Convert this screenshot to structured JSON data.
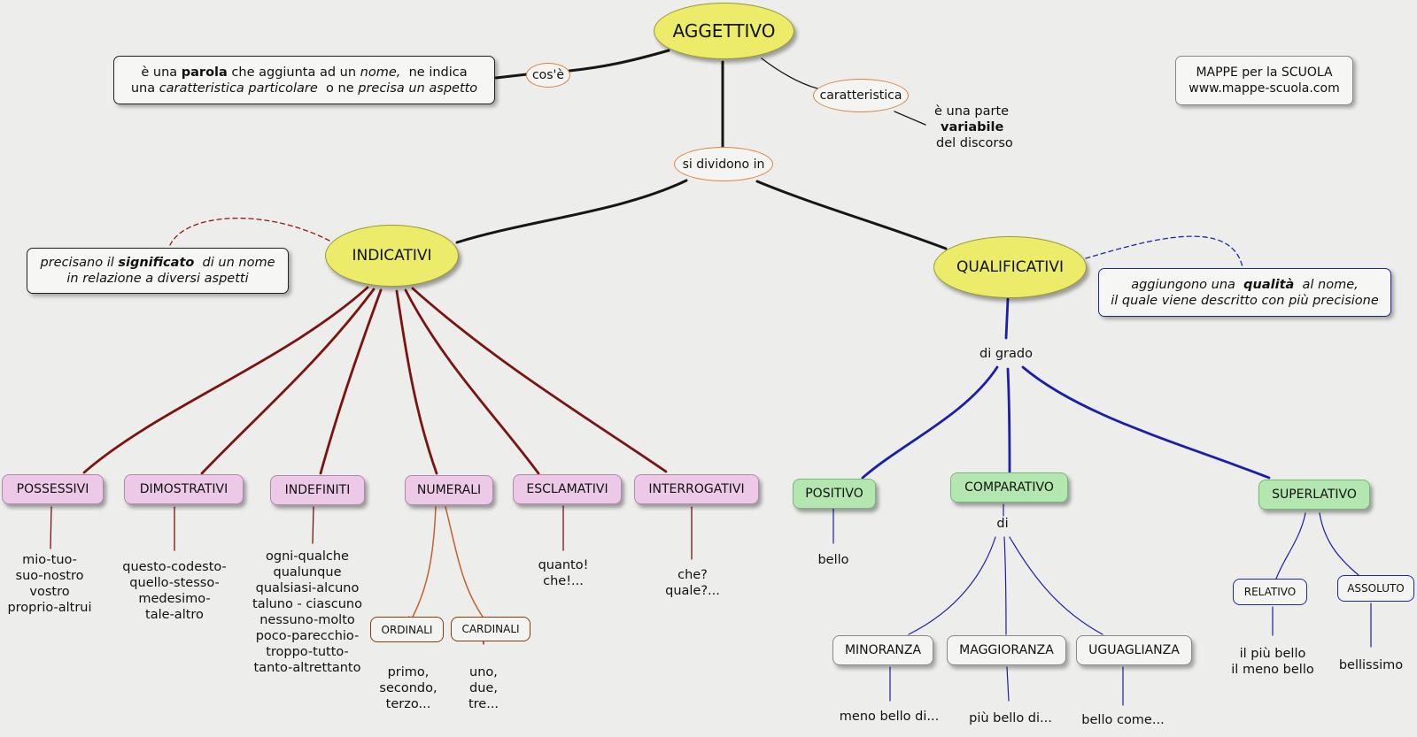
{
  "root": "AGGETTIVO",
  "links": {
    "cose": "cos'è",
    "caratteristica": "caratteristica",
    "si_dividono": "si dividono in",
    "di_grado": "di grado",
    "di": "di"
  },
  "definition": {
    "p1": "è una ",
    "b1": "parola",
    "p2": " che aggiunta ad un ",
    "i1": "nome,",
    "p3": "  ne indica",
    "p4": "una ",
    "i2": "caratteristica  particolare",
    "p5": "  o ne ",
    "i3": "precisa  un aspetto"
  },
  "variabile": {
    "p1": "è una parte",
    "b1": "variabile",
    "p2": "del discorso"
  },
  "credits": {
    "line1": "MAPPE per la SCUOLA",
    "line2": "www.mappe-scuola.com"
  },
  "indicativi": {
    "label": "INDICATIVI",
    "desc": {
      "p1": "precisano il ",
      "b1": "significato",
      "p2": "  di un nome",
      "p3": "in relazione a diversi aspetti"
    },
    "categories": [
      {
        "label": "POSSESSIVI",
        "examples": [
          "mio-tuo-",
          "suo-nostro",
          "vostro",
          "proprio-altrui"
        ]
      },
      {
        "label": "DIMOSTRATIVI",
        "examples": [
          "questo-codesto-",
          "quello-stesso-",
          "medesimo-",
          "tale-altro"
        ]
      },
      {
        "label": "INDEFINITI",
        "examples": [
          "ogni-qualche",
          "qualunque",
          "qualsiasi-alcuno",
          "taluno - ciascuno",
          "nessuno-molto",
          "poco-parecchio-",
          "troppo-tutto-",
          "tanto-altrettanto"
        ]
      },
      {
        "label": "NUMERALI"
      },
      {
        "label": "ESCLAMATIVI",
        "examples": [
          "quanto!",
          "che!..."
        ]
      },
      {
        "label": "INTERROGATIVI",
        "examples": [
          "che?",
          "quale?..."
        ]
      }
    ],
    "numerali": [
      {
        "label": "ORDINALI",
        "examples": [
          "primo,",
          "secondo,",
          "terzo..."
        ]
      },
      {
        "label": "CARDINALI",
        "examples": [
          "uno,",
          "due,",
          "tre..."
        ]
      }
    ]
  },
  "qualificativi": {
    "label": "QUALIFICATIVI",
    "desc": {
      "p1": "aggiungono una  ",
      "b1": "qualità",
      "p2": "  al nome,",
      "p3": "il quale viene descritto con più precisione"
    },
    "grades": [
      {
        "label": "POSITIVO",
        "examples": [
          "bello"
        ]
      },
      {
        "label": "COMPARATIVO"
      },
      {
        "label": "SUPERLATIVO"
      }
    ],
    "comparativo": [
      {
        "label": "MINORANZA",
        "example": "meno bello di..."
      },
      {
        "label": "MAGGIORANZA",
        "example": "più bello di..."
      },
      {
        "label": "UGUAGLIANZA",
        "example": "bello come..."
      }
    ],
    "superlativo": [
      {
        "label": "RELATIVO",
        "examples": [
          "il più bello",
          "il meno bello"
        ]
      },
      {
        "label": "ASSOLUTO",
        "examples": [
          "bellissimo"
        ]
      }
    ]
  }
}
